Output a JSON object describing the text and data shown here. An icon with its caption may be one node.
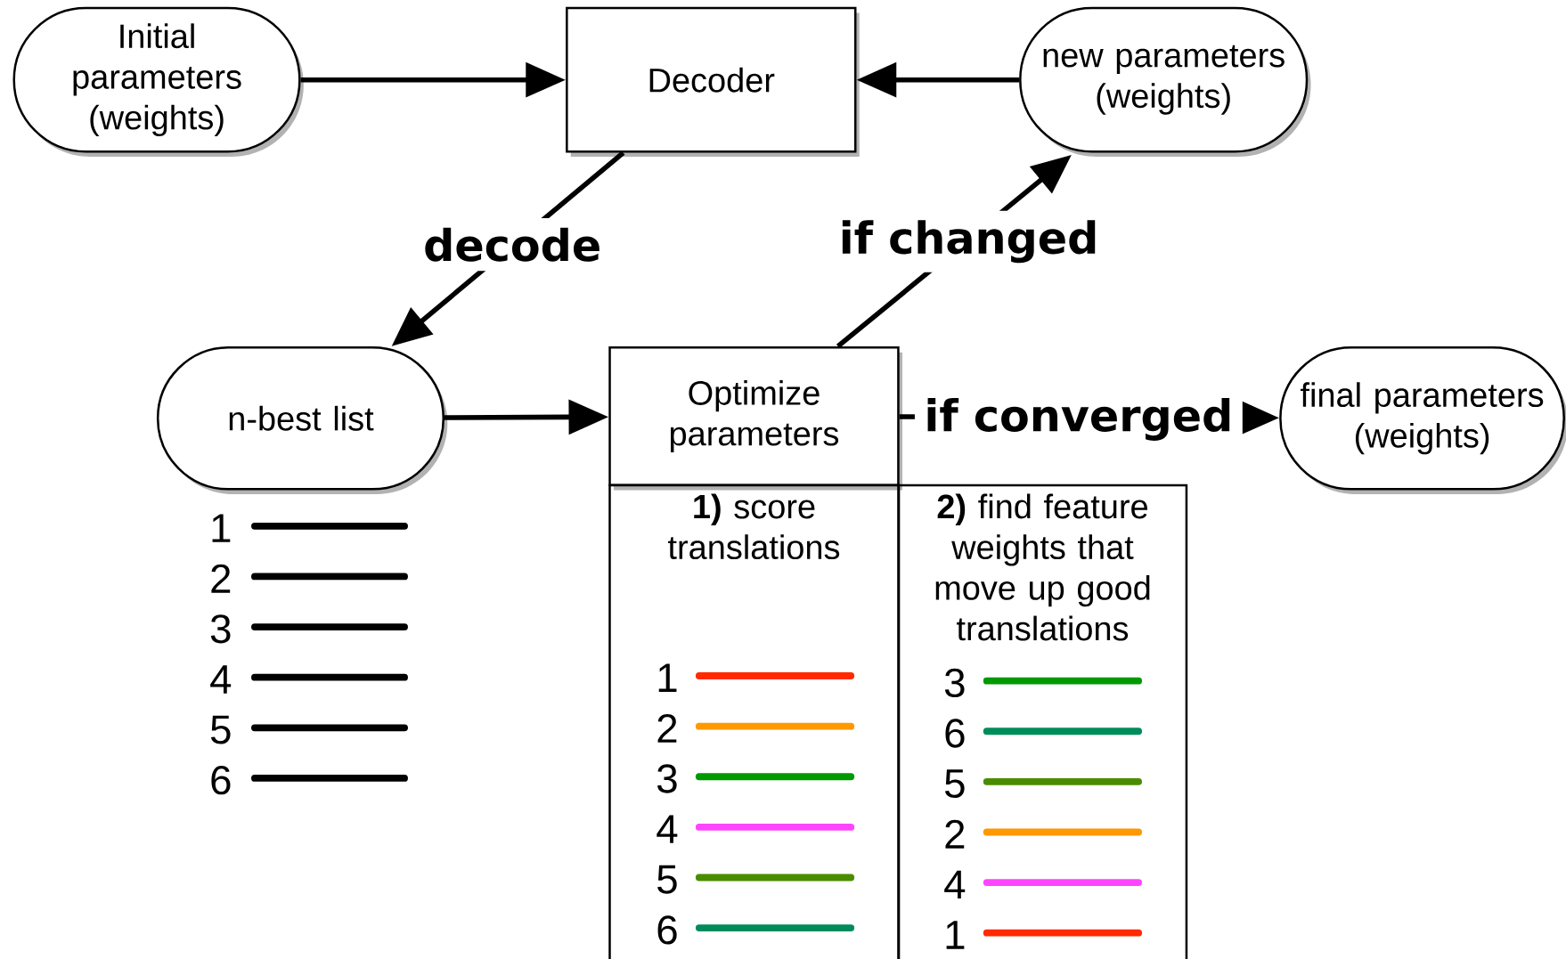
{
  "diagram": {
    "nodes": [
      {
        "text": [
          "Initial parameters (weights)"
        ]
      },
      {
        "text": [
          "Decoder"
        ]
      },
      {
        "text": [
          "new parameters (weights)"
        ]
      },
      {
        "text": [
          "n-best list"
        ]
      },
      {
        "text": [
          "Optimize parameters"
        ]
      },
      {
        "text": [
          "final parameters (weights)"
        ]
      },
      {
        "text": [
          "**1)** score translations"
        ]
      },
      {
        "text": [
          "**2)** find feature weights that move up good translations"
        ]
      }
    ],
    "edges": [
      {
        "from": 0,
        "to": 1,
        "arrow": "to"
      },
      {
        "from": 2,
        "to": 1,
        "arrow": "to"
      },
      {
        "from": 1,
        "to": 3,
        "arrow": "to",
        "label": "decode"
      },
      {
        "from": 4,
        "to": 2,
        "arrow": "to",
        "label": "if changed"
      },
      {
        "from": 3,
        "to": 4,
        "arrow": "to"
      },
      {
        "from": 4,
        "to": 5,
        "arrow": "to",
        "label": "if converged"
      }
    ],
    "labels": [
      "1",
      "2",
      "3",
      "4",
      "5",
      "6",
      "1",
      "2",
      "3",
      "4",
      "5",
      "6",
      "3",
      "6",
      "5",
      "2",
      "4",
      "1"
    ]
  }
}
